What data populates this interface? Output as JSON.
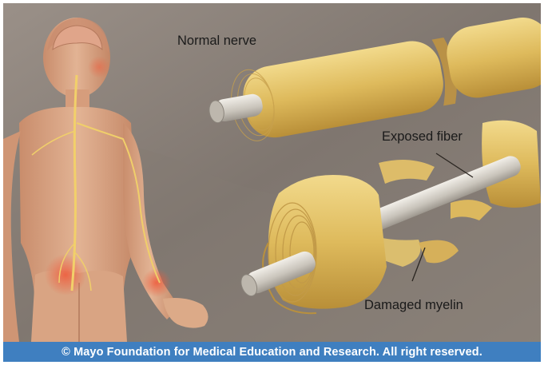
{
  "labels": {
    "normal_nerve": "Normal nerve",
    "exposed_fiber": "Exposed fiber",
    "damaged_myelin": "Damaged myelin"
  },
  "credit": "© Mayo Foundation for Medical Education and Research. All right reserved.",
  "colors": {
    "background": "#8a8079",
    "skin": "#d9a47f",
    "myelin": "#e3c36a",
    "axon": "#d8d4cc",
    "nerve_line": "#f0cf6a",
    "inflammation": "#e8563a",
    "credit_bar": "#3f7fc0"
  }
}
